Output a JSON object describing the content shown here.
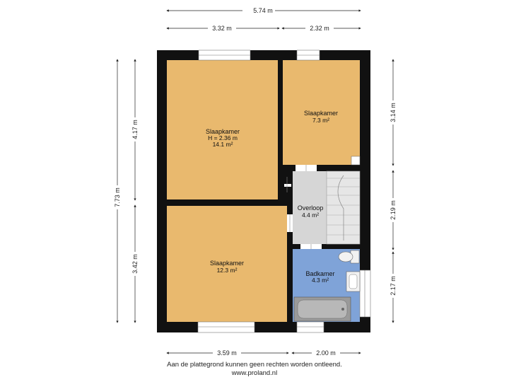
{
  "dimensions": {
    "top_total": "5.74 m",
    "top_left": "3.32 m",
    "top_right": "2.32 m",
    "bottom_left": "3.59 m",
    "bottom_right": "2.00 m",
    "left_total": "7.73 m",
    "left_upper": "4.17 m",
    "left_lower": "3.42 m",
    "right_top": "3.14 m",
    "right_middle": "2.19 m",
    "right_bottom": "2.17 m"
  },
  "rooms": {
    "bedroom_main": {
      "name": "Slaapkamer",
      "height": "H = 2.36 m",
      "area": "14.1 m²"
    },
    "bedroom_small": {
      "name": "Slaapkamer",
      "area": "7.3 m²"
    },
    "landing": {
      "name": "Overloop",
      "area": "4.4 m²"
    },
    "bedroom_lower": {
      "name": "Slaapkamer",
      "area": "12.3 m²"
    },
    "bathroom": {
      "name": "Badkamer",
      "area": "4.3 m²"
    }
  },
  "footer": {
    "disclaimer": "Aan de plattegrond kunnen geen rechten worden ontleend.",
    "website": "www.proland.nl"
  },
  "colors": {
    "wall": "#111111",
    "room_fill": "#e9b96e",
    "landing_fill": "#d6d6d6",
    "bath_fill": "#7fa3d8",
    "tub_fill": "#9a9a9a"
  }
}
